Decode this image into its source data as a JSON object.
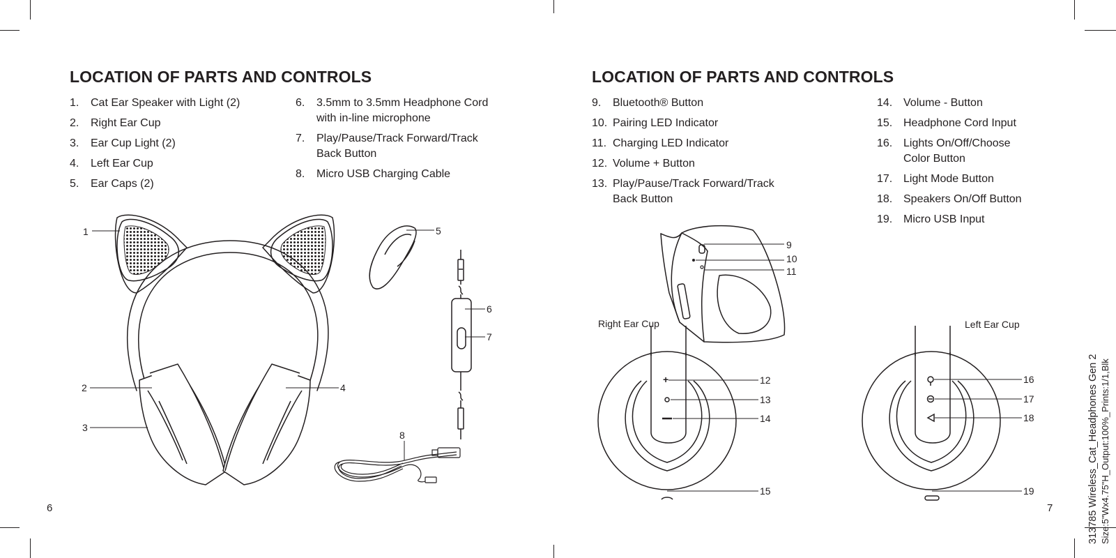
{
  "left_page": {
    "title": "LOCATION OF PARTS AND CONTROLS",
    "list_col1": [
      {
        "num": "1.",
        "text": "Cat Ear Speaker with Light (2)"
      },
      {
        "num": "2.",
        "text": "Right Ear Cup"
      },
      {
        "num": "3.",
        "text": "Ear Cup Light (2)"
      },
      {
        "num": "4.",
        "text": "Left Ear Cup"
      },
      {
        "num": "5.",
        "text": "Ear Caps (2)"
      }
    ],
    "list_col2": [
      {
        "num": "6.",
        "text": "3.5mm to 3.5mm Headphone Cord with in-line microphone"
      },
      {
        "num": "7.",
        "text": "Play/Pause/Track Forward/Track Back Button"
      },
      {
        "num": "8.",
        "text": "Micro USB Charging Cable"
      }
    ],
    "callouts": [
      "1",
      "2",
      "3",
      "4",
      "5",
      "6",
      "7",
      "8"
    ],
    "page_number": "6"
  },
  "right_page": {
    "title": "LOCATION OF PARTS AND CONTROLS",
    "list_col1": [
      {
        "num": "9.",
        "text": "Bluetooth® Button"
      },
      {
        "num": "10.",
        "text": "Pairing LED Indicator"
      },
      {
        "num": "11.",
        "text": "Charging LED Indicator"
      },
      {
        "num": "12.",
        "text": "Volume + Button"
      },
      {
        "num": "13.",
        "text": "Play/Pause/Track Forward/Track Back Button"
      }
    ],
    "list_col2": [
      {
        "num": "14.",
        "text": "Volume - Button"
      },
      {
        "num": "15.",
        "text": "Headphone Cord Input"
      },
      {
        "num": "16.",
        "text": "Lights On/Off/Choose Color Button"
      },
      {
        "num": "17.",
        "text": "Light Mode Button"
      },
      {
        "num": "18.",
        "text": "Speakers On/Off Button"
      },
      {
        "num": "19.",
        "text": "Micro USB Input"
      }
    ],
    "labels": {
      "right_ear_cup": "Right Ear Cup",
      "left_ear_cup": "Left Ear Cup"
    },
    "callouts": [
      "9",
      "10",
      "11",
      "12",
      "13",
      "14",
      "15",
      "16",
      "17",
      "18",
      "19"
    ],
    "page_number": "7"
  },
  "slug": {
    "line1": "313785 Wireless_Cat_Headphones Gen 2",
    "line2": "Size:5\"Wx4.75\"H_Output:100%_Prints:1/1,Blk"
  }
}
